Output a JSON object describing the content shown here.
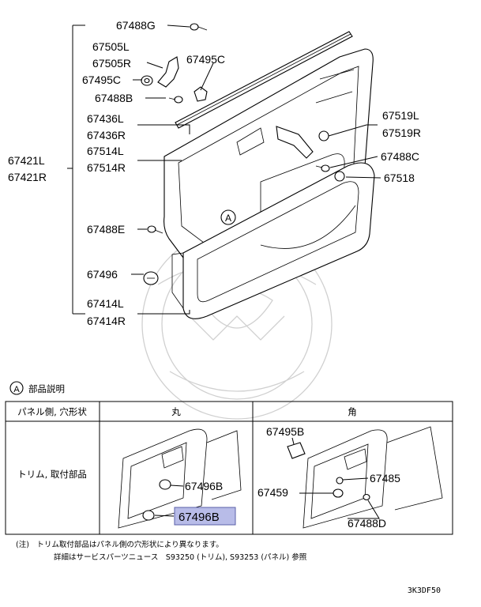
{
  "callouts": {
    "c67488G": "67488G",
    "c67505L": "67505L",
    "c67505R": "67505R",
    "c67495C": "67495C",
    "c67495C_b": "67495C",
    "c67488B": "67488B",
    "c67436L": "67436L",
    "c67436R": "67436R",
    "c67421L": "67421L",
    "c67421R": "67421R",
    "c67514L": "67514L",
    "c67514R": "67514R",
    "c67519L": "67519L",
    "c67519R": "67519R",
    "c67488C": "67488C",
    "c67518": "67518",
    "c67488E": "67488E",
    "c67496": "67496",
    "c67414L": "67414L",
    "c67414R": "67414R",
    "markerA": "A"
  },
  "legend": {
    "marker": "A",
    "heading": "部品説明",
    "col_header_left": "パネル側, 穴形状",
    "col_header_round": "丸",
    "col_header_square": "角",
    "row_label": "トリム, 取付部品",
    "round_parts": {
      "p1": "67496B",
      "p2_highlighted": "67496B"
    },
    "square_parts": {
      "p1": "67495B",
      "p2": "67485",
      "p3": "67459",
      "p4": "67488D"
    },
    "highlight_color": "#b8bce8"
  },
  "notes": {
    "line1": "(注)　トリム取付部品はパネル側の穴形状により異なります。",
    "line2": "詳細はサービスパーツニュース　S93250 (トリム), S93253 (パネル) 参照"
  },
  "figure_code": "3K3DF50"
}
